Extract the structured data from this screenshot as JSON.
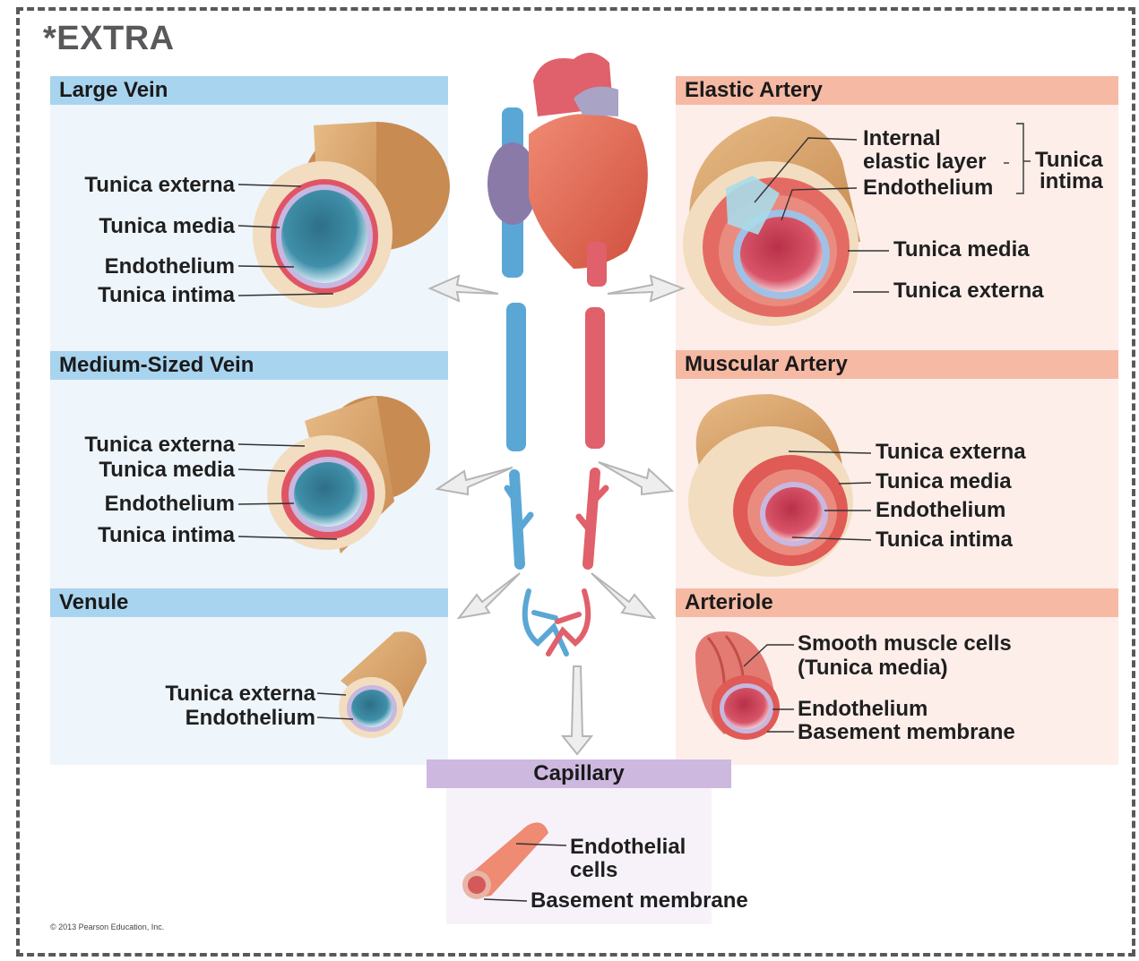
{
  "banner": {
    "text": "*EXTRA"
  },
  "sections": {
    "large_vein": {
      "title": "Large Vein",
      "labels": [
        "Tunica externa",
        "Tunica media",
        "Endothelium",
        "Tunica intima"
      ]
    },
    "medium_vein": {
      "title": "Medium-Sized Vein",
      "labels": [
        "Tunica externa",
        "Tunica media",
        "Endothelium",
        "Tunica intima"
      ]
    },
    "venule": {
      "title": "Venule",
      "labels": [
        "Tunica externa",
        "Endothelium"
      ]
    },
    "elastic_artery": {
      "title": "Elastic Artery",
      "labels": [
        "Internal",
        "elastic layer",
        "Endothelium",
        "Tunica",
        "intima",
        "Tunica media",
        "Tunica externa"
      ]
    },
    "muscular_artery": {
      "title": "Muscular Artery",
      "labels": [
        "Tunica externa",
        "Tunica media",
        "Endothelium",
        "Tunica intima"
      ]
    },
    "arteriole": {
      "title": "Arteriole",
      "labels": [
        "Smooth muscle cells",
        "(Tunica media)",
        "Endothelium",
        "Basement membrane"
      ]
    },
    "capillary": {
      "title": "Capillary",
      "labels": [
        "Endothelial",
        "cells",
        "Basement membrane"
      ]
    }
  },
  "copyright": "© 2013 Pearson Education, Inc.",
  "colors": {
    "vein": "#5aa7d6",
    "artery": "#e0606b",
    "tan": "#d9a46b",
    "blue_header": "#a9d4ef",
    "pink_header": "#f6b9a4",
    "purple_header": "#cdb8e0"
  }
}
